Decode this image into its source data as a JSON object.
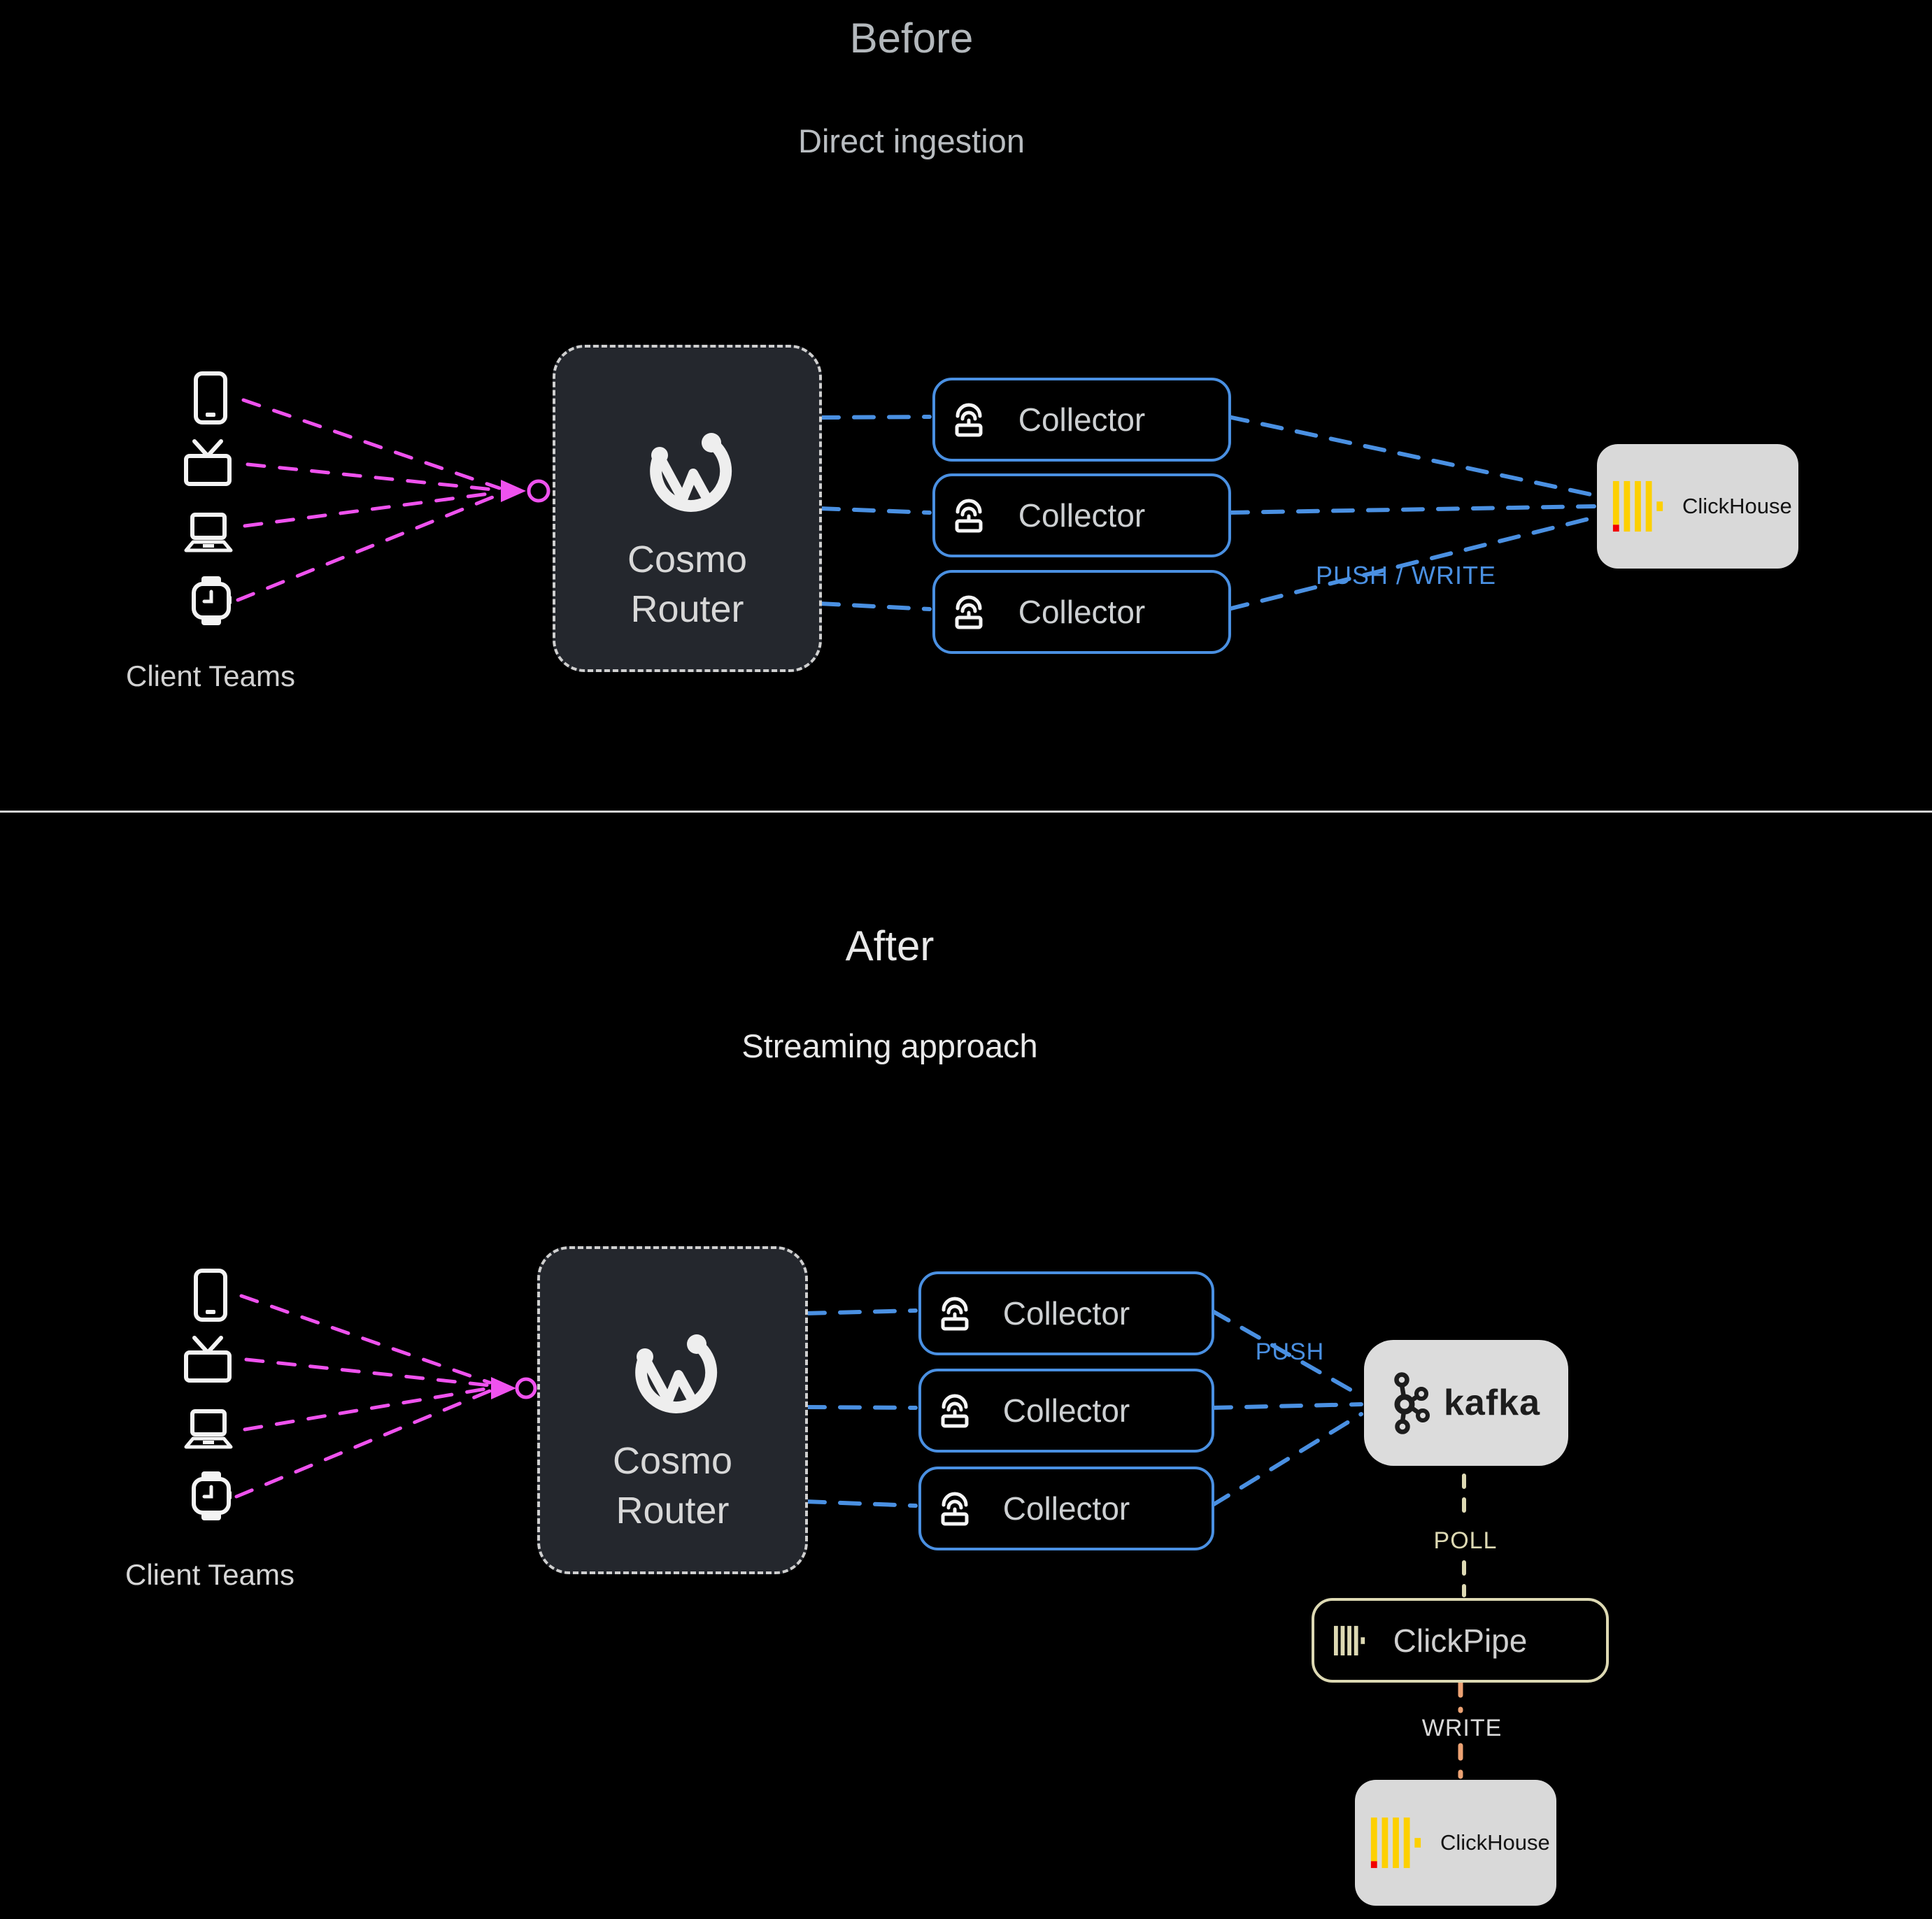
{
  "colors": {
    "background": "#000000",
    "magenta": "#ef52ee",
    "blue": "#4a90e2",
    "box_gray": "#d9d9d9",
    "router_dark": "#24272d",
    "clickhouse_yellow": "#fdd000",
    "clickhouse_red": "#f20000",
    "tan": "#ddd9b3",
    "orange": "#eca273"
  },
  "before": {
    "title": "Before",
    "subtitle": "Direct ingestion",
    "clients_label": "Client Teams",
    "router": {
      "line1": "Cosmo",
      "line2": "Router"
    },
    "collectors": [
      "Collector",
      "Collector",
      "Collector"
    ],
    "clickhouse_label": "ClickHouse",
    "edge_label": "PUSH / WRITE"
  },
  "after": {
    "title": "After",
    "subtitle": "Streaming approach",
    "clients_label": "Client Teams",
    "router": {
      "line1": "Cosmo",
      "line2": "Router"
    },
    "collectors": [
      "Collector",
      "Collector",
      "Collector"
    ],
    "kafka_label": "kafka",
    "push_label": "PUSH",
    "poll_label": "POLL",
    "clickpipe_label": "ClickPipe",
    "write_label": "WRITE",
    "clickhouse_label": "ClickHouse"
  }
}
